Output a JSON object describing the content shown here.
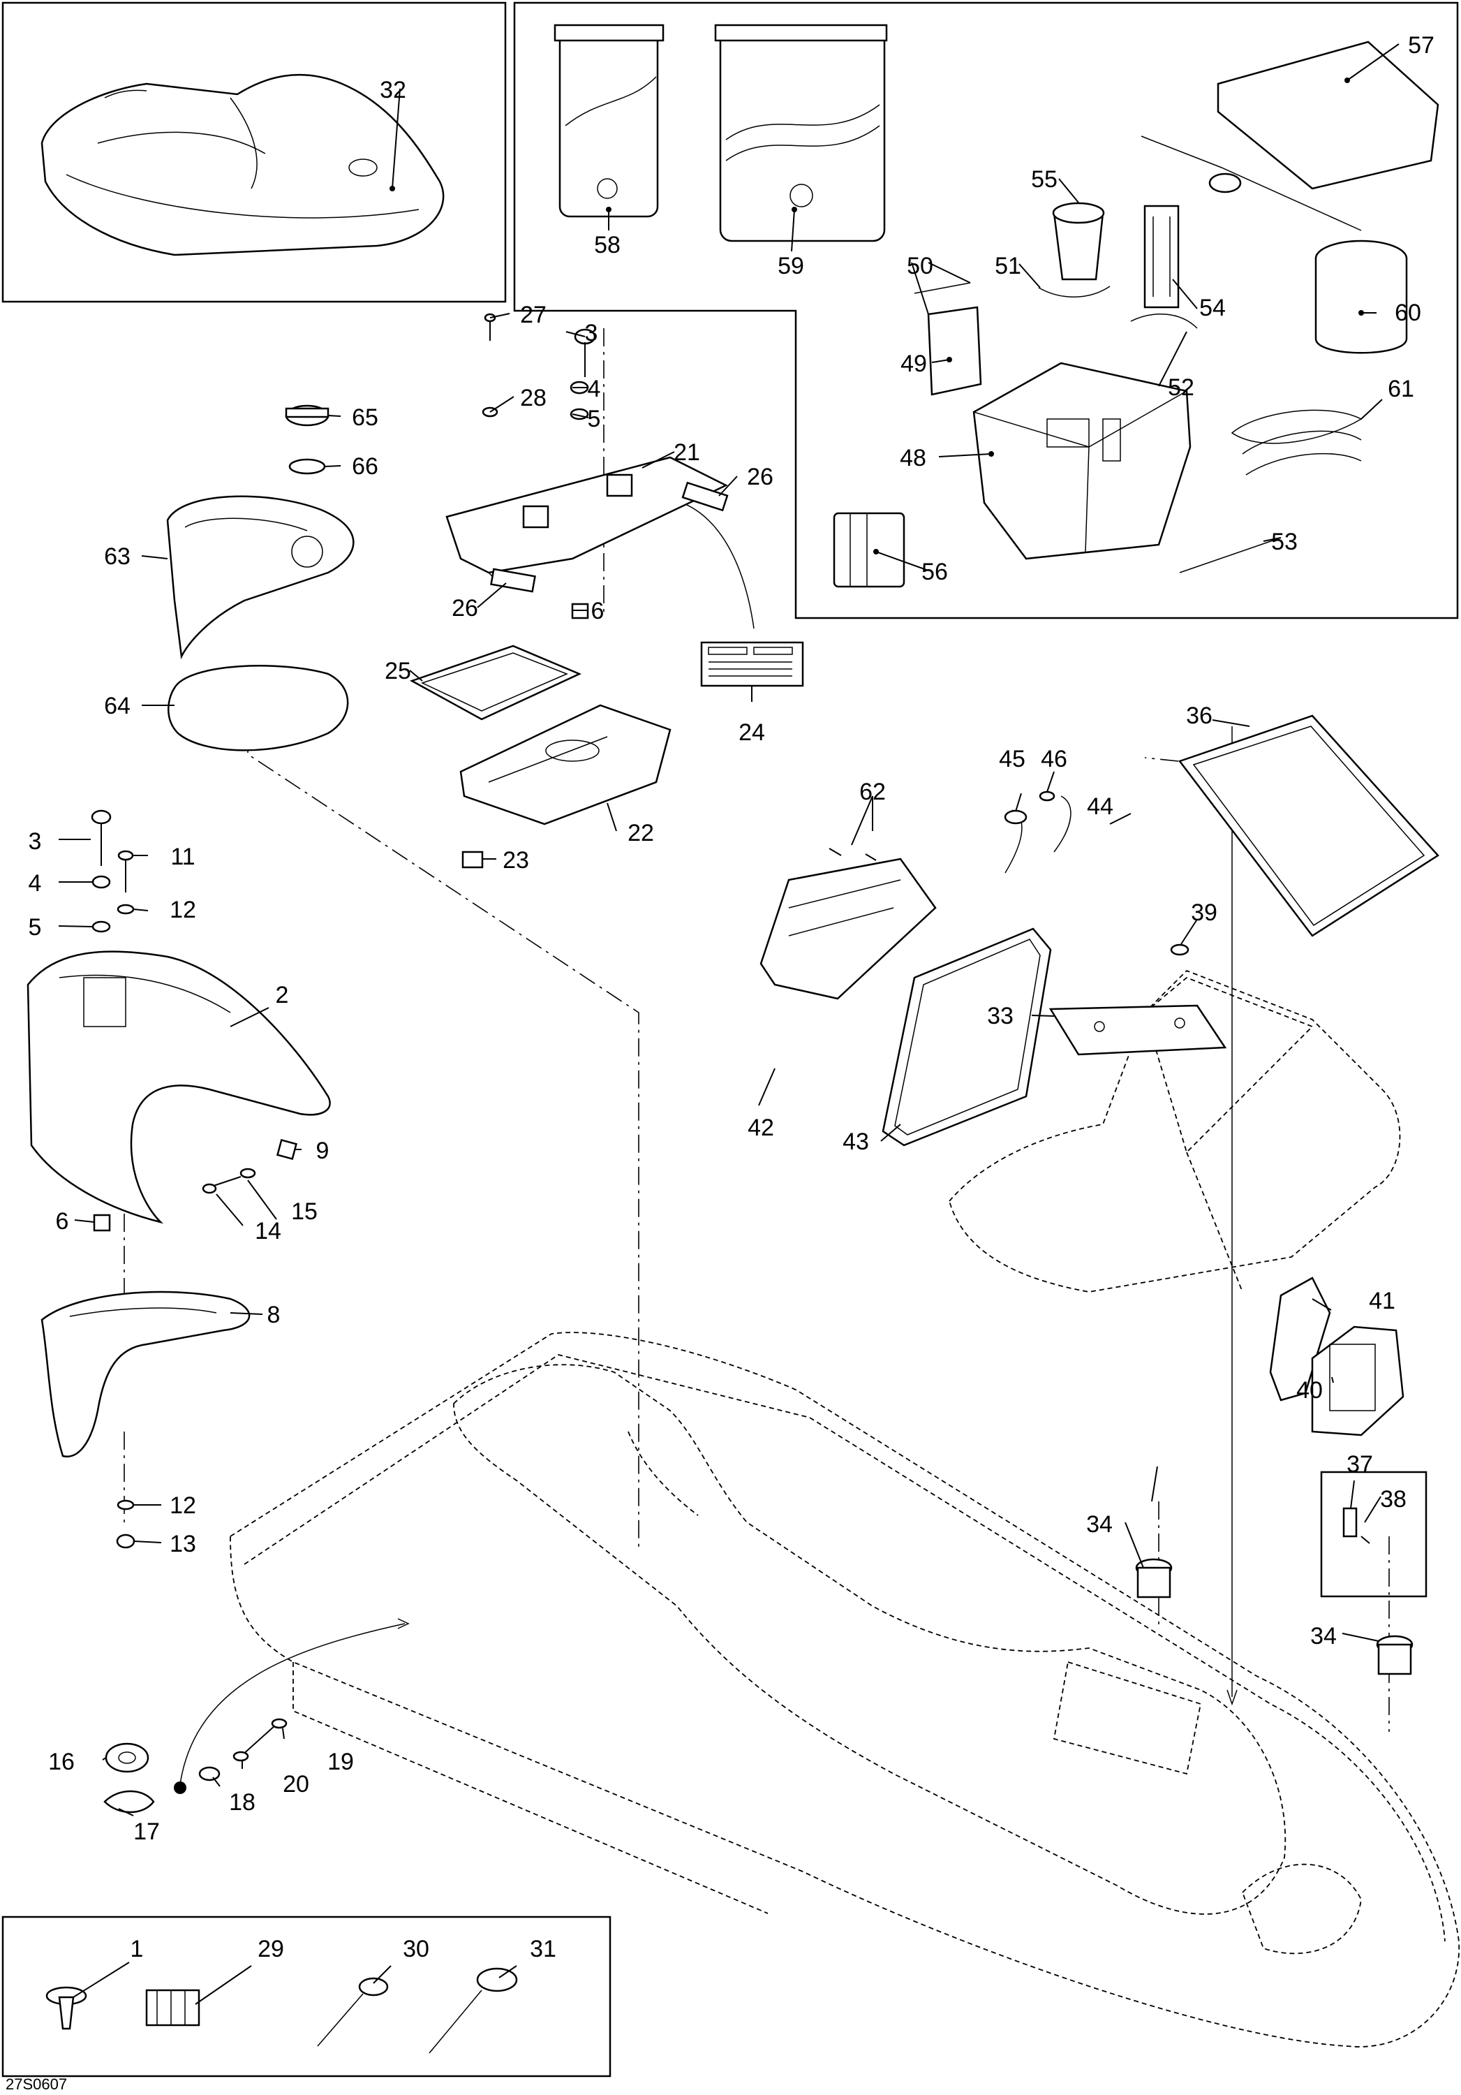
{
  "drawing_code": "27S0607",
  "callouts": [
    "1",
    "2",
    "3",
    "4",
    "5",
    "6",
    "8",
    "9",
    "11",
    "12",
    "13",
    "14",
    "15",
    "16",
    "17",
    "18",
    "19",
    "20",
    "21",
    "22",
    "23",
    "24",
    "25",
    "26",
    "27",
    "28",
    "29",
    "30",
    "31",
    "32",
    "33",
    "34",
    "36",
    "37",
    "38",
    "39",
    "40",
    "41",
    "42",
    "43",
    "44",
    "45",
    "46",
    "48",
    "49",
    "50",
    "51",
    "52",
    "53",
    "54",
    "55",
    "56",
    "57",
    "58",
    "59",
    "60",
    "61",
    "62",
    "63",
    "64",
    "65",
    "66"
  ]
}
